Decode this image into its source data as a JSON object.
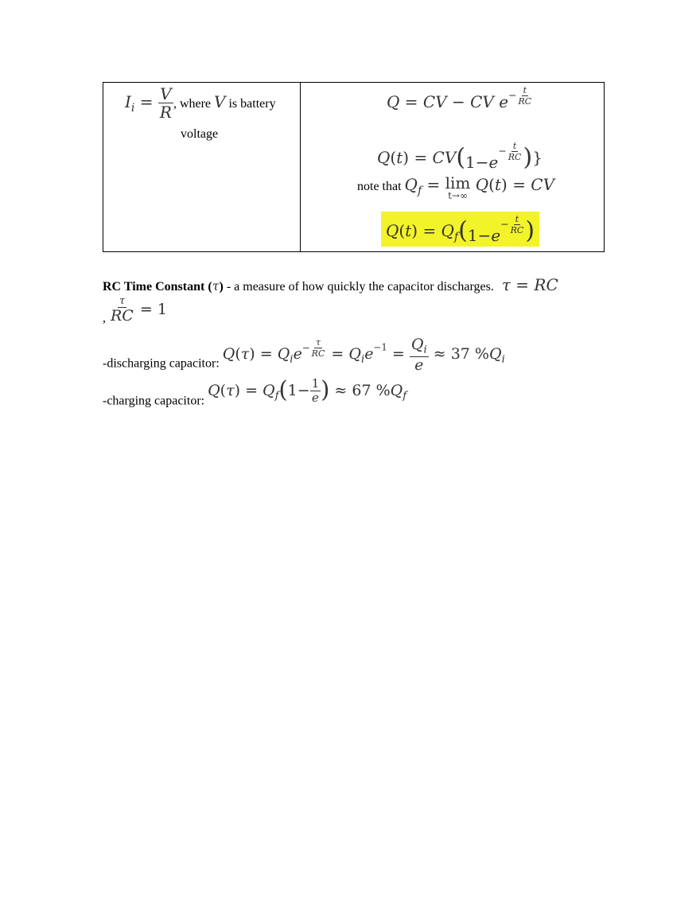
{
  "table": {
    "left": {
      "where_text": ", where",
      "is_battery_text": "is battery",
      "voltage_text": "voltage"
    },
    "right": {
      "note_that_text": "note that"
    }
  },
  "rc_section": {
    "heading_bold": "RC Time Constant",
    "heading_paren_open": "(",
    "heading_paren_close": ")",
    "description": " - a measure of how quickly the capacitor discharges.",
    "comma": ","
  },
  "discharging": {
    "label": "-discharging capacitor:",
    "percent": "37 %"
  },
  "charging": {
    "label": "-charging capacitor:",
    "percent": "67 %"
  },
  "colors": {
    "highlight": "#f3f32a"
  }
}
